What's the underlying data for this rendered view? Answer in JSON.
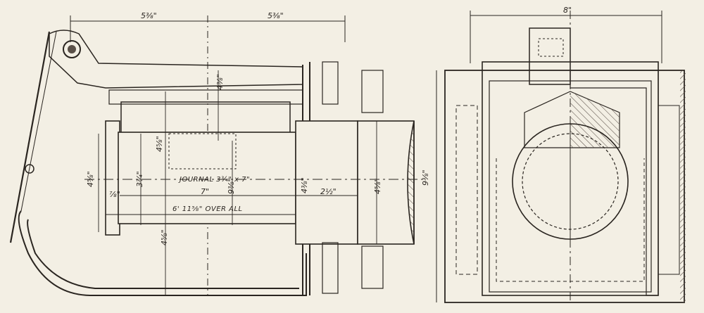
{
  "drawing": {
    "left_view": {
      "top_dims": [
        "5⅜\"",
        "5⅜\""
      ],
      "side_dims": [
        "4⅝\"",
        "3¾\"",
        "4⅝\"",
        "4⅜\"",
        "9⅜\"",
        "4⅜\"",
        "4⅝\"",
        "4⅝\"",
        "⅞\""
      ],
      "journal_label": "JOURNAL 3¾\" x 7\"",
      "length_dim": "7\"",
      "collar_dim": "2½\"",
      "overall_label": "6' 11⅝\" OVER ALL"
    },
    "right_view": {
      "width_dim": "8\"",
      "height_dim": "9⅜\""
    },
    "colors": {
      "paper": "#f3efe4",
      "ink": "#2a2520",
      "hatch": "#7a7068"
    }
  }
}
